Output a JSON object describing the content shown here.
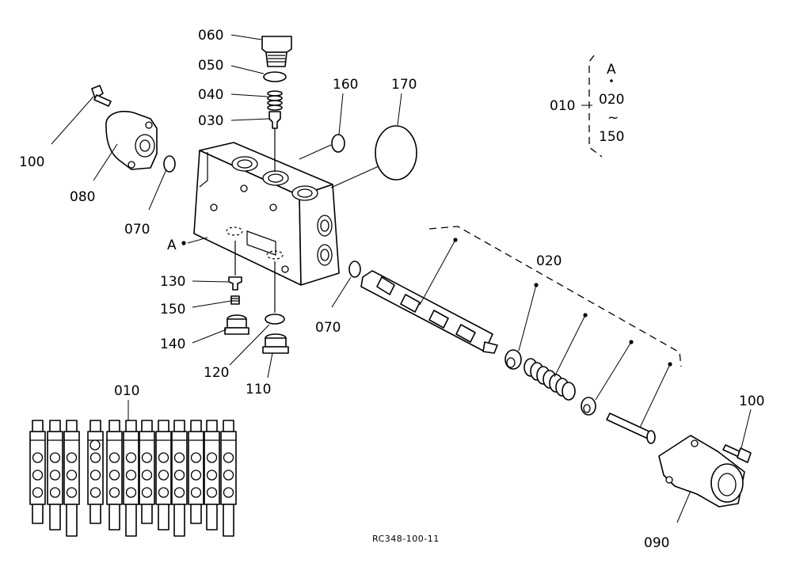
{
  "callouts": {
    "c060": "060",
    "c050": "050",
    "c040": "040",
    "c030": "030",
    "c160": "160",
    "c170": "170",
    "c100_left": "100",
    "c080": "080",
    "c070_left": "070",
    "c_a": "A",
    "c130": "130",
    "c150": "150",
    "c140": "140",
    "c120": "120",
    "c110": "110",
    "c070_mid": "070",
    "c020": "020",
    "c100_right": "100",
    "c090": "090",
    "c010_inset": "010"
  },
  "legend": {
    "assembly": "010",
    "range_top": "A",
    "range_mid": "020",
    "range_tilde": "~",
    "range_bottom": "150"
  },
  "reference_code": "RC348-100-11"
}
